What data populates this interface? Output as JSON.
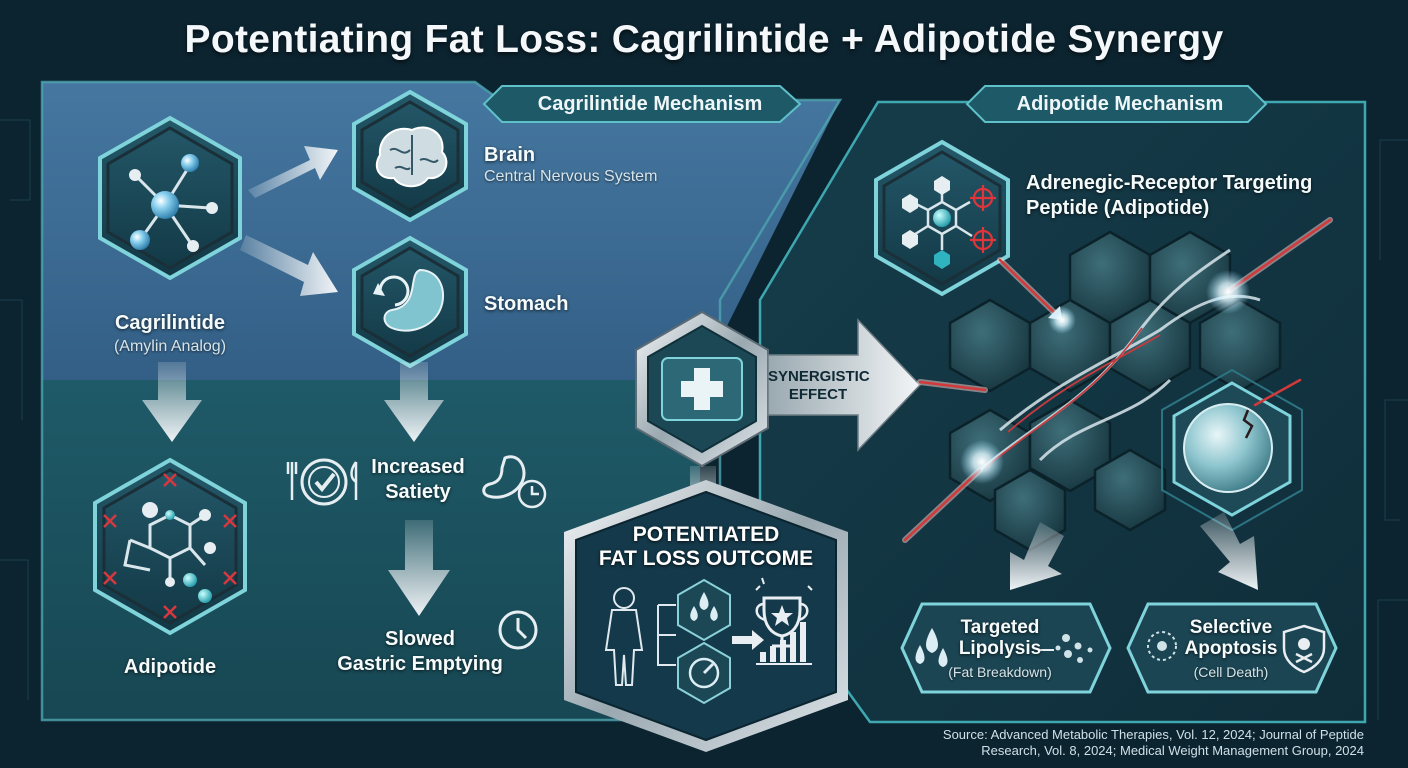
{
  "title": "Potentiating Fat Loss: Cagrilintide + Adipotide Synergy",
  "sections": {
    "left_tab": "Cagrilintide Mechanism",
    "right_tab": "Adipotide Mechanism"
  },
  "cagrilintide": {
    "name": "Cagrilintide",
    "subtitle": "(Amylin Analog)"
  },
  "brain": {
    "name": "Brain",
    "subtitle": "Central Nervous System"
  },
  "stomach": {
    "name": "Stomach"
  },
  "adipotide_left": {
    "name": "Adipotide"
  },
  "satiety": {
    "line1": "Increased",
    "line2": "Satiety"
  },
  "gastric": {
    "line1": "Slowed",
    "line2": "Gastric Emptying"
  },
  "synergy": {
    "line1": "SYNERGISTIC",
    "line2": "EFFECT"
  },
  "outcome": {
    "line1": "POTENTIATED",
    "line2": "FAT LOSS OUTCOME"
  },
  "peptide": {
    "line1": "Adrenegic-Receptor Targeting",
    "line2": "Peptide (Adipotide)"
  },
  "lipolysis": {
    "line1": "Targeted",
    "line2": "Lipolysis",
    "sub": "(Fat Breakdown)"
  },
  "apoptosis": {
    "line1": "Selective",
    "line2": "Apoptosis",
    "sub": "(Cell Death)"
  },
  "source": {
    "line1": "Source: Advanced Metabolic Therapies, Vol. 12, 2024; Journal of Peptide",
    "line2": "Research, Vol. 8, 2024; Medical Weight Management Group, 2024"
  },
  "colors": {
    "background": "#0c2430",
    "left_panel_top": "#3e6f98",
    "left_panel_bottom": "#1f5a66",
    "right_panel": "#123543",
    "accent_teal": "#3fa7b0",
    "arrow_white": "#e8eef2",
    "laser_red": "#d23a3a"
  },
  "icons": [
    "molecule-icon",
    "brain-icon",
    "stomach-icon",
    "plus-icon",
    "plate-check-icon",
    "stomach-clock-icon",
    "clock-icon",
    "human-body-icon",
    "droplets-icon",
    "gauge-icon",
    "trophy-icon",
    "bar-chart-icon",
    "skull-shield-icon",
    "fat-cell-cluster"
  ]
}
